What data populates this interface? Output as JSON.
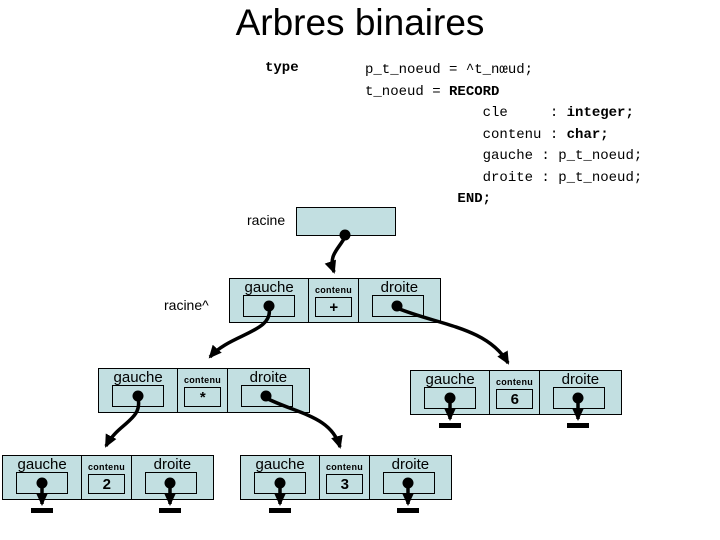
{
  "title": "Arbres binaires",
  "code": {
    "keyword": "type",
    "lines": [
      {
        "plain": "p_t_noeud = ^t_nœud;",
        "bold": ""
      },
      {
        "plain": "t_noeud = ",
        "bold": "RECORD"
      },
      {
        "plain": "              cle     : ",
        "bold": "integer;"
      },
      {
        "plain": "              contenu : ",
        "bold": "char;"
      },
      {
        "plain": "              gauche : p_t_noeud;",
        "bold": ""
      },
      {
        "plain": "              droite : p_t_noeud;",
        "bold": ""
      },
      {
        "plain": "           ",
        "bold": "END;"
      }
    ]
  },
  "labels": {
    "racine": "racine",
    "racine_deref": "racine^"
  },
  "node_fields": {
    "gauche": "gauche",
    "contenu": "contenu",
    "droite": "droite"
  },
  "nodes": {
    "root": {
      "value": "+"
    },
    "left": {
      "value": "*"
    },
    "right": {
      "value": "6"
    },
    "left_left": {
      "value": "2"
    },
    "left_right": {
      "value": "3"
    }
  },
  "colors": {
    "node_fill": "#c2dfe1",
    "border": "#000000",
    "arrow": "#000000"
  }
}
